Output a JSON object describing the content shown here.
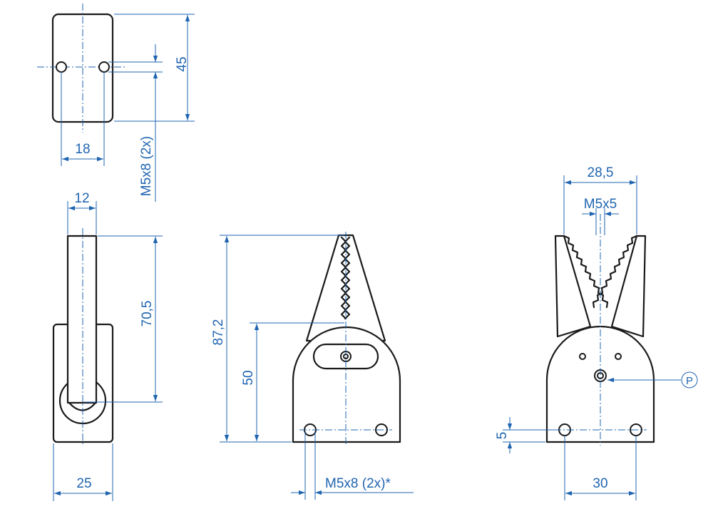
{
  "dimensions": {
    "top_view_height": "45",
    "top_view_hole_spacing": "18",
    "top_view_thread": "M5x8 (2x)",
    "side_view_thickness": "12",
    "side_view_jaw_height": "70,5",
    "side_view_base_width": "25",
    "front_view_total_height": "87,2",
    "front_view_base_height": "50",
    "front_view_thread": "M5x8 (2x)*",
    "rear_view_jaw_width": "28,5",
    "rear_view_thread": "M5x5",
    "rear_view_hole_height": "5",
    "rear_view_hole_spacing": "30",
    "rear_view_pivot_marker": "P"
  },
  "colors": {
    "dimension_lines": "#1f64b0",
    "part_outline": "#1a1a1a"
  }
}
